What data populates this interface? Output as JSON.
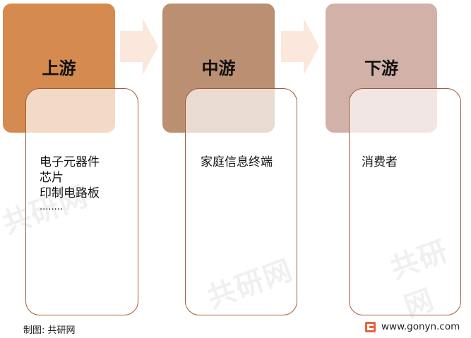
{
  "stages": [
    {
      "title": "上游",
      "items": [
        "电子元器件",
        "芯片",
        "印制电路板",
        "........"
      ]
    },
    {
      "title": "中游",
      "items": [
        "家庭信息终端"
      ]
    },
    {
      "title": "下游",
      "items": [
        "消费者"
      ]
    }
  ],
  "footer": {
    "source": "制图: 共研网",
    "website": "www.gonyn.com"
  },
  "colors": {
    "upstream": "#d58b4f",
    "midstream": "#bb8f71",
    "downstream": "#d2b2a8",
    "card_border": "#a25a35",
    "arrow": "#fbe7dc"
  },
  "watermark": "共研网"
}
